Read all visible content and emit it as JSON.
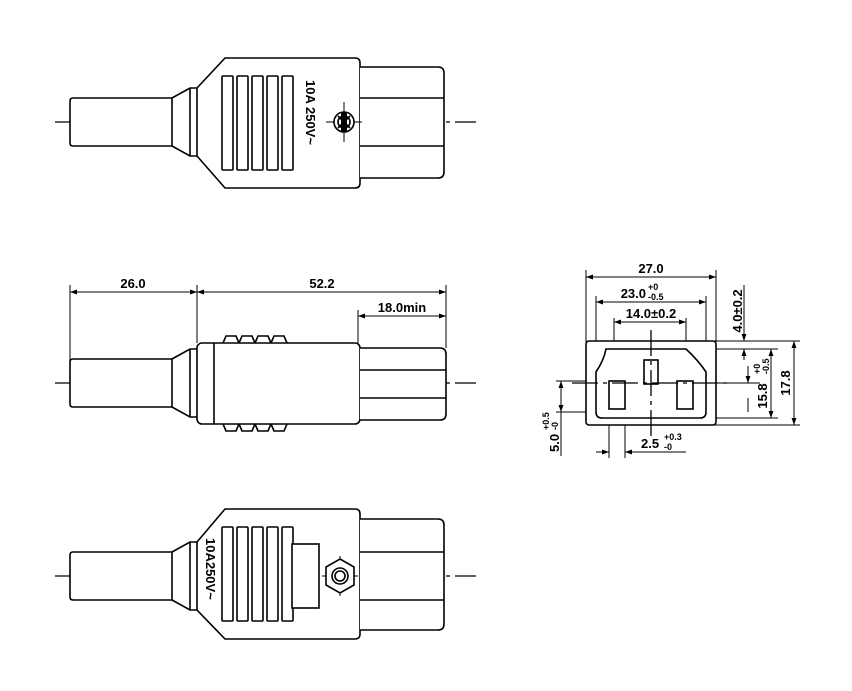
{
  "top_view": {
    "rating_label": "10A 250V~"
  },
  "side_view": {
    "dim_cable_length": "26.0",
    "dim_body_length": "52.2",
    "dim_insertion": "18.0min"
  },
  "front_view": {
    "dim_outer_width": "27.0",
    "dim_inner_width": "23.0",
    "dim_inner_width_tol_upper": "+0",
    "dim_inner_width_tol_lower": "-0.5",
    "dim_pin_spacing": "14.0±0.2",
    "dim_top_offset": "4.0±0.2",
    "dim_inner_height": "15.8",
    "dim_inner_height_tol_upper": "+0",
    "dim_inner_height_tol_lower": "-0.5",
    "dim_outer_height": "17.8",
    "dim_pin_offset": "5.0",
    "dim_pin_offset_tol_upper": "+0.5",
    "dim_pin_offset_tol_lower": "-0",
    "dim_pin_width": "2.5",
    "dim_pin_width_tol_upper": "+0.3",
    "dim_pin_width_tol_lower": "-0"
  },
  "bottom_view": {
    "rating_label": "10A250V~"
  }
}
